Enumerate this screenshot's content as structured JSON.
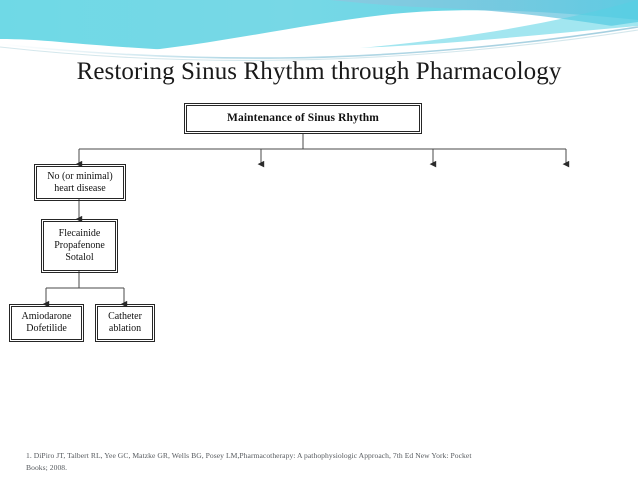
{
  "slide": {
    "title": "Restoring Sinus Rhythm through Pharmacology",
    "background_color": "#ffffff"
  },
  "banner": {
    "name": "decorative-wave-banner",
    "colors": {
      "pale_blue": "#9BC9DE",
      "light_cyan": "#7FD6E4",
      "bright_cyan": "#62DBE8",
      "sky_blue": "#8FC4DC",
      "hairline": "#BFD8DE"
    }
  },
  "flowchart": {
    "root": {
      "label": "Maintenance of Sinus Rhythm"
    },
    "branch_arrow_count": 4,
    "nodes": [
      {
        "id": "no-heart-disease",
        "label": "No (or minimal)\nheart disease",
        "lines": [
          "No (or minimal)",
          "heart disease"
        ]
      },
      {
        "id": "first-line-drugs",
        "label": "Flecainide\nPropafenone\nSotalol",
        "lines": [
          "Flecainide",
          "Propafenone",
          "Sotalol"
        ]
      },
      {
        "id": "second-line-drugs",
        "label": "Amiodarone\nDofetilide",
        "lines": [
          "Amiodarone",
          "Dofetilide"
        ]
      },
      {
        "id": "catheter-ablation",
        "label": "Catheter\nablation",
        "lines": [
          "Catheter",
          "ablation"
        ]
      }
    ],
    "line_color": "#3f3f3f",
    "box_border_color": "#262626"
  },
  "footnote": {
    "line1": "1. DiPiro JT, Talbert RL, Yee GC, Matzke GR, Wells BG, Posey LM,Pharmacotherapy: A pathophysiologic Approach, 7th Ed New York: Pocket",
    "line2": "Books; 2008.",
    "color": "#565a5e"
  }
}
